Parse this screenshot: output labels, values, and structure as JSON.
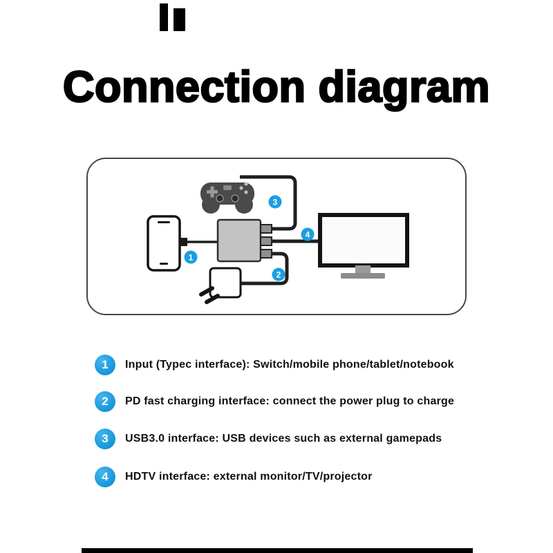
{
  "title": "Connection diagram",
  "colors": {
    "badge_blue": "#1b9fe0",
    "line_black": "#1f1f1f"
  },
  "diagram": {
    "badge1": "1",
    "badge2": "2",
    "badge3": "3",
    "bad4_note": "",
    "badge4": "4"
  },
  "legend": [
    {
      "num": "1",
      "text": "Input (Typec interface): Switch/mobile phone/tablet/notebook"
    },
    {
      "num": "2",
      "text": "PD fast charging interface: connect the power plug to charge"
    },
    {
      "num": "3",
      "text": "USB3.0 interface: USB devices such as external gamepads"
    },
    {
      "num": "4",
      "text": "HDTV interface: external monitor/TV/projector"
    }
  ]
}
